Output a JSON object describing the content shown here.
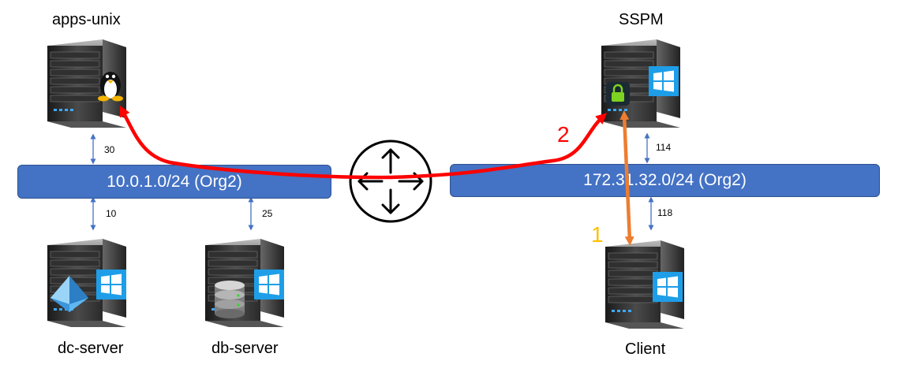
{
  "servers": {
    "apps_unix": "apps-unix",
    "sspm": "SSPM",
    "dc_server": "dc-server",
    "db_server": "db-server",
    "client": "Client"
  },
  "networks": {
    "left": "10.0.1.0/24 (Org2)",
    "right": "172.31.32.0/24 (Org2)"
  },
  "links": {
    "apps_unix": "30",
    "dc_server": "10",
    "db_server": "25",
    "sspm": "114",
    "client": "118"
  },
  "steps": {
    "one": "1",
    "two": "2"
  },
  "colors": {
    "network": "#4472c4",
    "path_red": "#ff0000",
    "path_orange": "#ed7d31",
    "step_one": "#ffc000",
    "link_arrow": "#4472c4",
    "windows_tile": "#1e9ee8"
  }
}
